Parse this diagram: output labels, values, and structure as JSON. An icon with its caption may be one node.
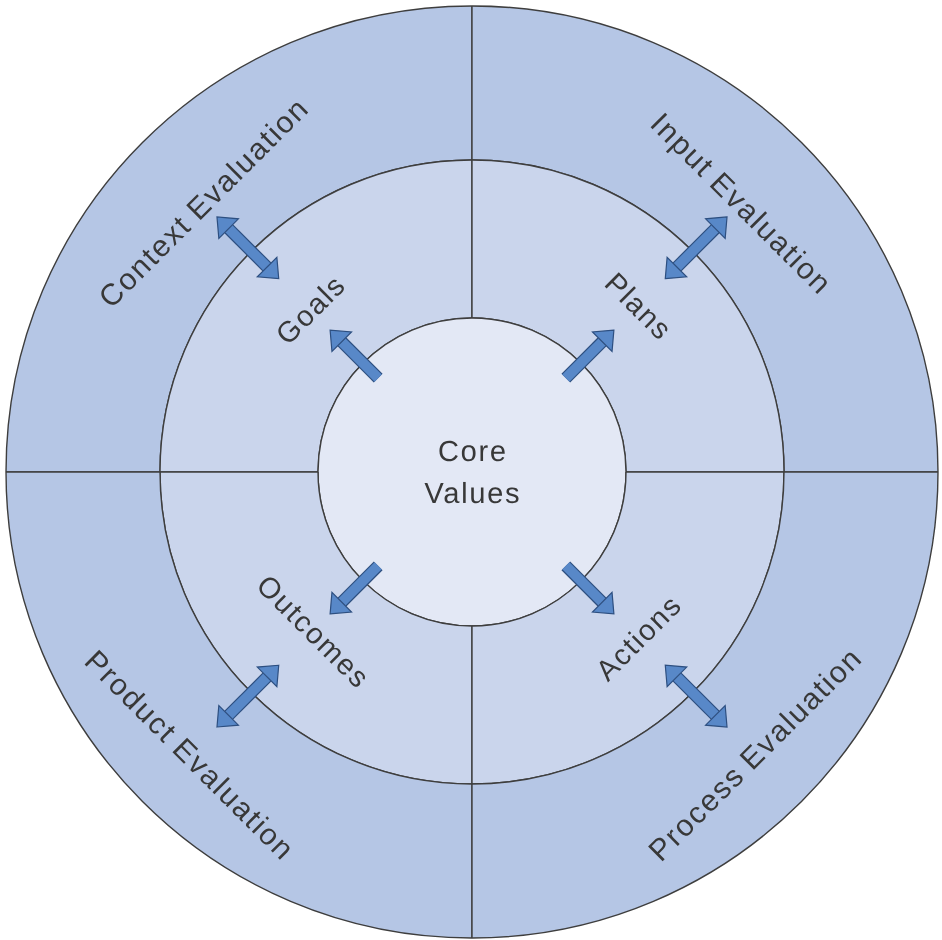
{
  "diagram": {
    "nodes": [
      {
        "text": [
          "Context Evaluation"
        ]
      },
      {
        "text": [
          "Input Evaluation"
        ]
      },
      {
        "text": [
          "Goals"
        ]
      },
      {
        "text": [
          "Plans"
        ]
      },
      {
        "text": [
          "Core Values"
        ]
      },
      {
        "text": [
          "Outcomes"
        ]
      },
      {
        "text": [
          "Actions"
        ]
      },
      {
        "text": [
          "Product Evaluation"
        ]
      },
      {
        "text": [
          "Process Evaluation"
        ]
      }
    ],
    "edges": [
      {
        "from": 4,
        "to": 2,
        "arrow": "to"
      },
      {
        "from": 4,
        "to": 3,
        "arrow": "to"
      },
      {
        "from": 4,
        "to": 5,
        "arrow": "to"
      },
      {
        "from": 4,
        "to": 6,
        "arrow": "to"
      },
      {
        "from": 2,
        "to": 0,
        "arrow": "both"
      },
      {
        "from": 3,
        "to": 1,
        "arrow": "both"
      },
      {
        "from": 5,
        "to": 7,
        "arrow": "both"
      },
      {
        "from": 6,
        "to": 8,
        "arrow": "both"
      }
    ]
  }
}
